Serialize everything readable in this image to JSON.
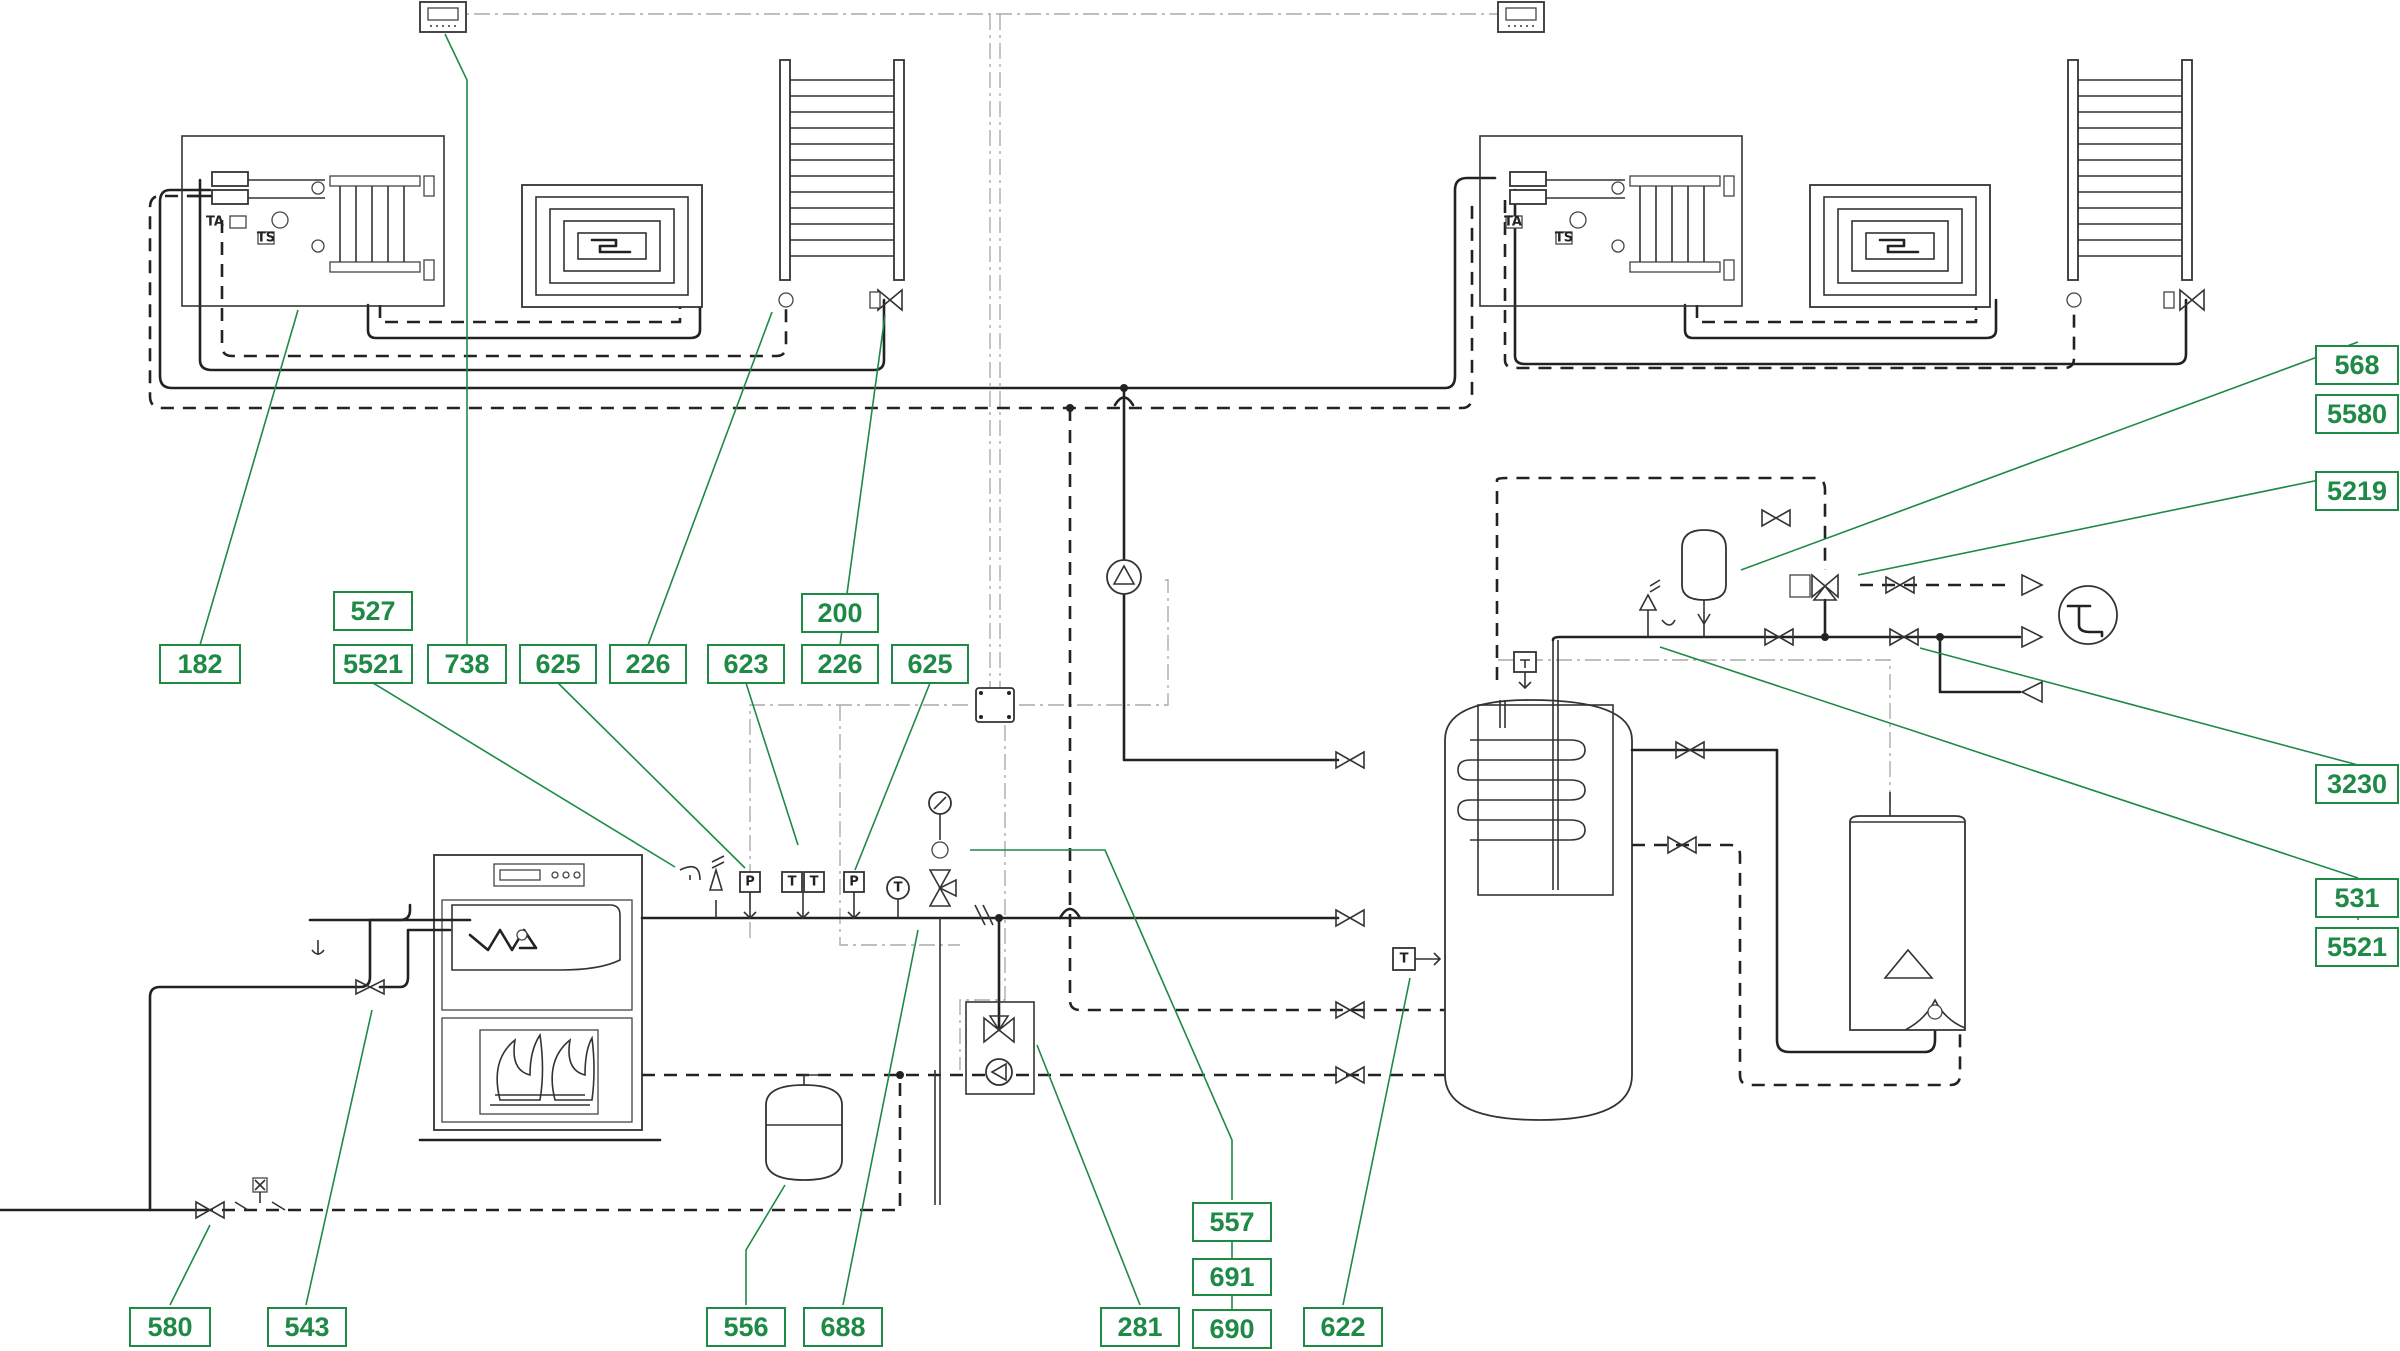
{
  "callouts": {
    "c182": "182",
    "c738": "738",
    "c527": "527",
    "c5521a": "5521",
    "c625a": "625",
    "c226a": "226",
    "c200": "200",
    "c226b": "226",
    "c623": "623",
    "c625b": "625",
    "c568": "568",
    "c5580": "5580",
    "c5219": "5219",
    "c3230": "3230",
    "c531": "531",
    "c5521b": "5521",
    "c580": "580",
    "c543": "543",
    "c556": "556",
    "c688": "688",
    "c281": "281",
    "c557": "557",
    "c691": "691",
    "c690": "690",
    "c622": "622"
  },
  "symbols": {
    "pressure": "P",
    "temperature": "T",
    "thermostat_a": "TA",
    "thermostat_s": "TS"
  },
  "colors": {
    "callout_green": "#1e8a46",
    "pipe": "#222222",
    "control_line": "#aaaaaa"
  }
}
